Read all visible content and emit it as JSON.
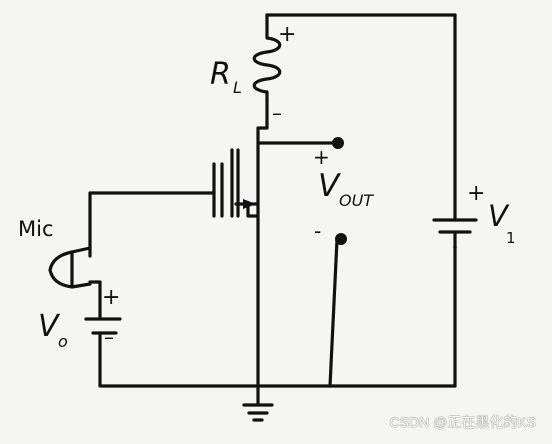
{
  "labels": {
    "load_resistor": "R",
    "load_resistor_sub": "L",
    "rl_plus": "+",
    "rl_minus": "–",
    "vout_main": "V",
    "vout_sub": "OUT",
    "vout_plus": "+",
    "vout_minus": "-",
    "supply_main": "V",
    "supply_sub": "1",
    "supply_plus": "+",
    "mic_label": "Mic",
    "source_main": "V",
    "source_sub": "o",
    "source_plus": "+",
    "source_minus": "–"
  },
  "watermark": "CSDN @正在黑化的KS"
}
